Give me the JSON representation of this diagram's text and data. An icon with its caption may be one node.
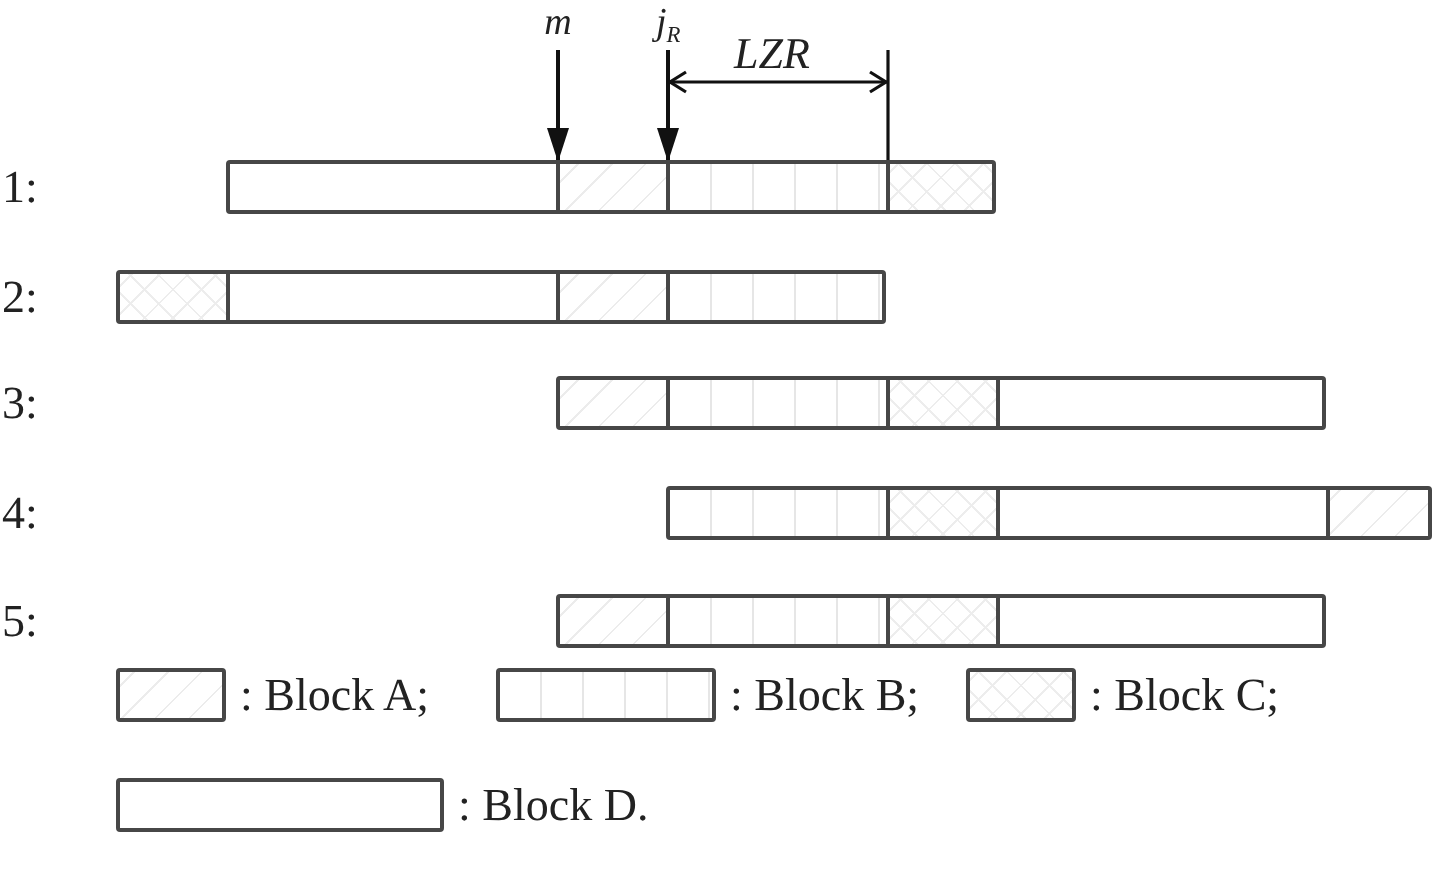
{
  "diagram": {
    "nodes": [
      {
        "text": [
          "m"
        ]
      },
      {
        "text": [
          "j$_{R}$"
        ]
      },
      {
        "text": [],
        "shape": "bar"
      },
      {
        "text": [],
        "shape": "bar"
      },
      {
        "text": [],
        "shape": "bar"
      },
      {
        "text": [],
        "shape": "bar"
      },
      {
        "text": [],
        "shape": "bar"
      }
    ],
    "edges": [
      {
        "from": 0,
        "to": 2,
        "arrow": "to"
      },
      {
        "from": 1,
        "to": 2,
        "arrow": "to"
      }
    ],
    "labels": [
      "LZR",
      "1:",
      "2:",
      "3:",
      "4:",
      "5:"
    ],
    "legend": [
      {
        "text": ": Block A;"
      },
      {
        "text": ": Block B;"
      },
      {
        "text": ": Block C;"
      },
      {
        "text": ": Block D."
      }
    ]
  }
}
